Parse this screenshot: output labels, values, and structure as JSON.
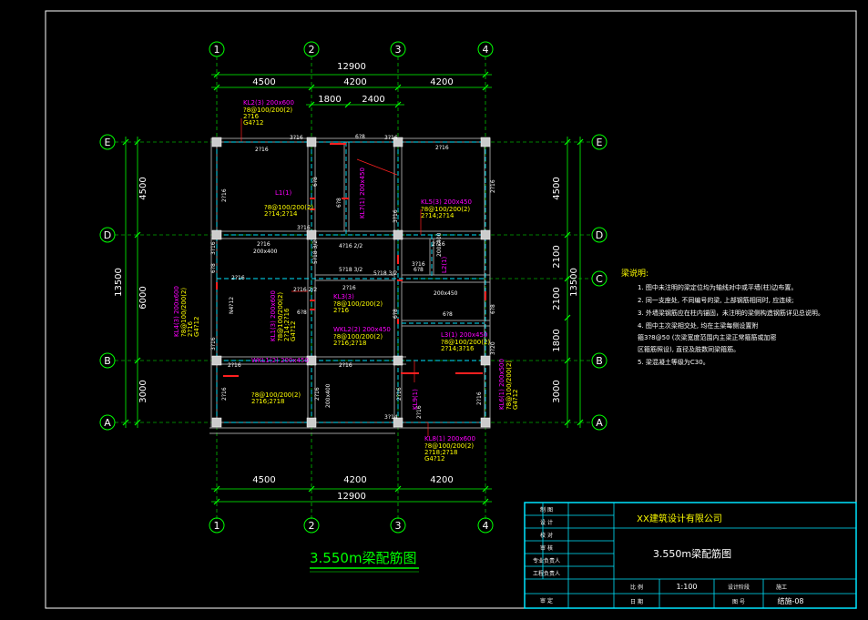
{
  "drawing": {
    "title": "3.550m梁配筋图",
    "grid_x": [
      "1",
      "2",
      "3",
      "4"
    ],
    "grid_y": [
      "E",
      "D",
      "C",
      "B",
      "A"
    ],
    "dims_top": [
      "4500",
      "4200",
      "4200"
    ],
    "dims_top_total": "12900",
    "dims_top_sub": [
      "1800",
      "2400"
    ],
    "dims_bottom": [
      "4500",
      "4200",
      "4200"
    ],
    "dims_bottom_total": "12900",
    "dims_left": [
      "4500",
      "6000",
      "3000"
    ],
    "dims_left_total": "13500",
    "dims_right": [
      "4500",
      "2100",
      "2100",
      "1800",
      "3000"
    ],
    "dims_right_total": "13500"
  },
  "beam_labels": {
    "kl2": [
      "KL2(3) 200x600",
      "?8@100/200(2)",
      "2?16",
      "G4?12"
    ],
    "kl5": [
      "KL5(3) 200x450",
      "?8@100/200(2)",
      "2?14;2?14"
    ],
    "kl4": [
      "KL4(3) 200x600",
      "?8@100/200(2)",
      "2?16",
      "G4?12"
    ],
    "kl3": [
      "KL3(3)",
      "?8@100/200(2)",
      "2?16"
    ],
    "l1": [
      "L1(1)",
      "?8@100/200(2)",
      "2?14;2?14"
    ],
    "wkl2": [
      "WKL2(2) 200x450",
      "?8@100/200(2)",
      "2?16;2?18"
    ],
    "kl1": [
      "KL1(3) 200x600",
      "?8@100/200(2)",
      "2?14;2?16",
      "G4?12"
    ],
    "kl8": [
      "KL8(1) 200x600",
      "?8@100/200(2)",
      "2?18;2?18",
      "G4?12"
    ],
    "kl6": [
      "KL6(1) 200x500",
      "?8@100/200(2)",
      "G4?12"
    ],
    "l3": [
      "L3(1) 200x450",
      "?8@100/200(2)",
      "2?14;3?16"
    ],
    "wkl1": [
      "WKL1(2) 200x450",
      "?8@100/200(2)",
      "2?16;2?18"
    ]
  },
  "notes": {
    "heading": "梁说明:",
    "items": [
      "1. 图中未注明的梁定位均为轴线对中或平墙(柱)边布置。",
      "2. 同一支座处, 不同编号的梁, 上部钢筋相同时, 应连续;",
      "3. 外墙梁钢筋应在柱内锚固，未注明的梁侧构造钢筋详见总说明。",
      "4. 图中主次梁相交处, 均在主梁每侧设置附",
      "   箍3?8@50 (次梁宽度范围内主梁正常箍筋或加密",
      "   区箍筋照设), 直径及肢数同梁箍筋。",
      "5. 梁混凝土等级为C30。"
    ]
  },
  "title_block": {
    "company": "XX建筑设计有限公司",
    "drawing_name": "3.550m梁配筋图",
    "left_labels": [
      "制 图",
      "设 计",
      "校 对",
      "审 核",
      "专业负责人",
      "工程负责人",
      "审 定"
    ],
    "scale_label": "比 例",
    "scale_value": "1:100",
    "date_label": "日 期",
    "stage_label": "设计阶段",
    "stage_value": "施工",
    "drawing_no_label": "图 号",
    "drawing_no_value": "结施-08"
  },
  "colors": {
    "background": "#000000",
    "green": "#00ff00",
    "cyan": "#00e5ff",
    "white": "#ffffff",
    "yellow": "#ffff00",
    "magenta": "#ff00ff",
    "red": "#ff2020",
    "gray": "#9a9a9a"
  }
}
